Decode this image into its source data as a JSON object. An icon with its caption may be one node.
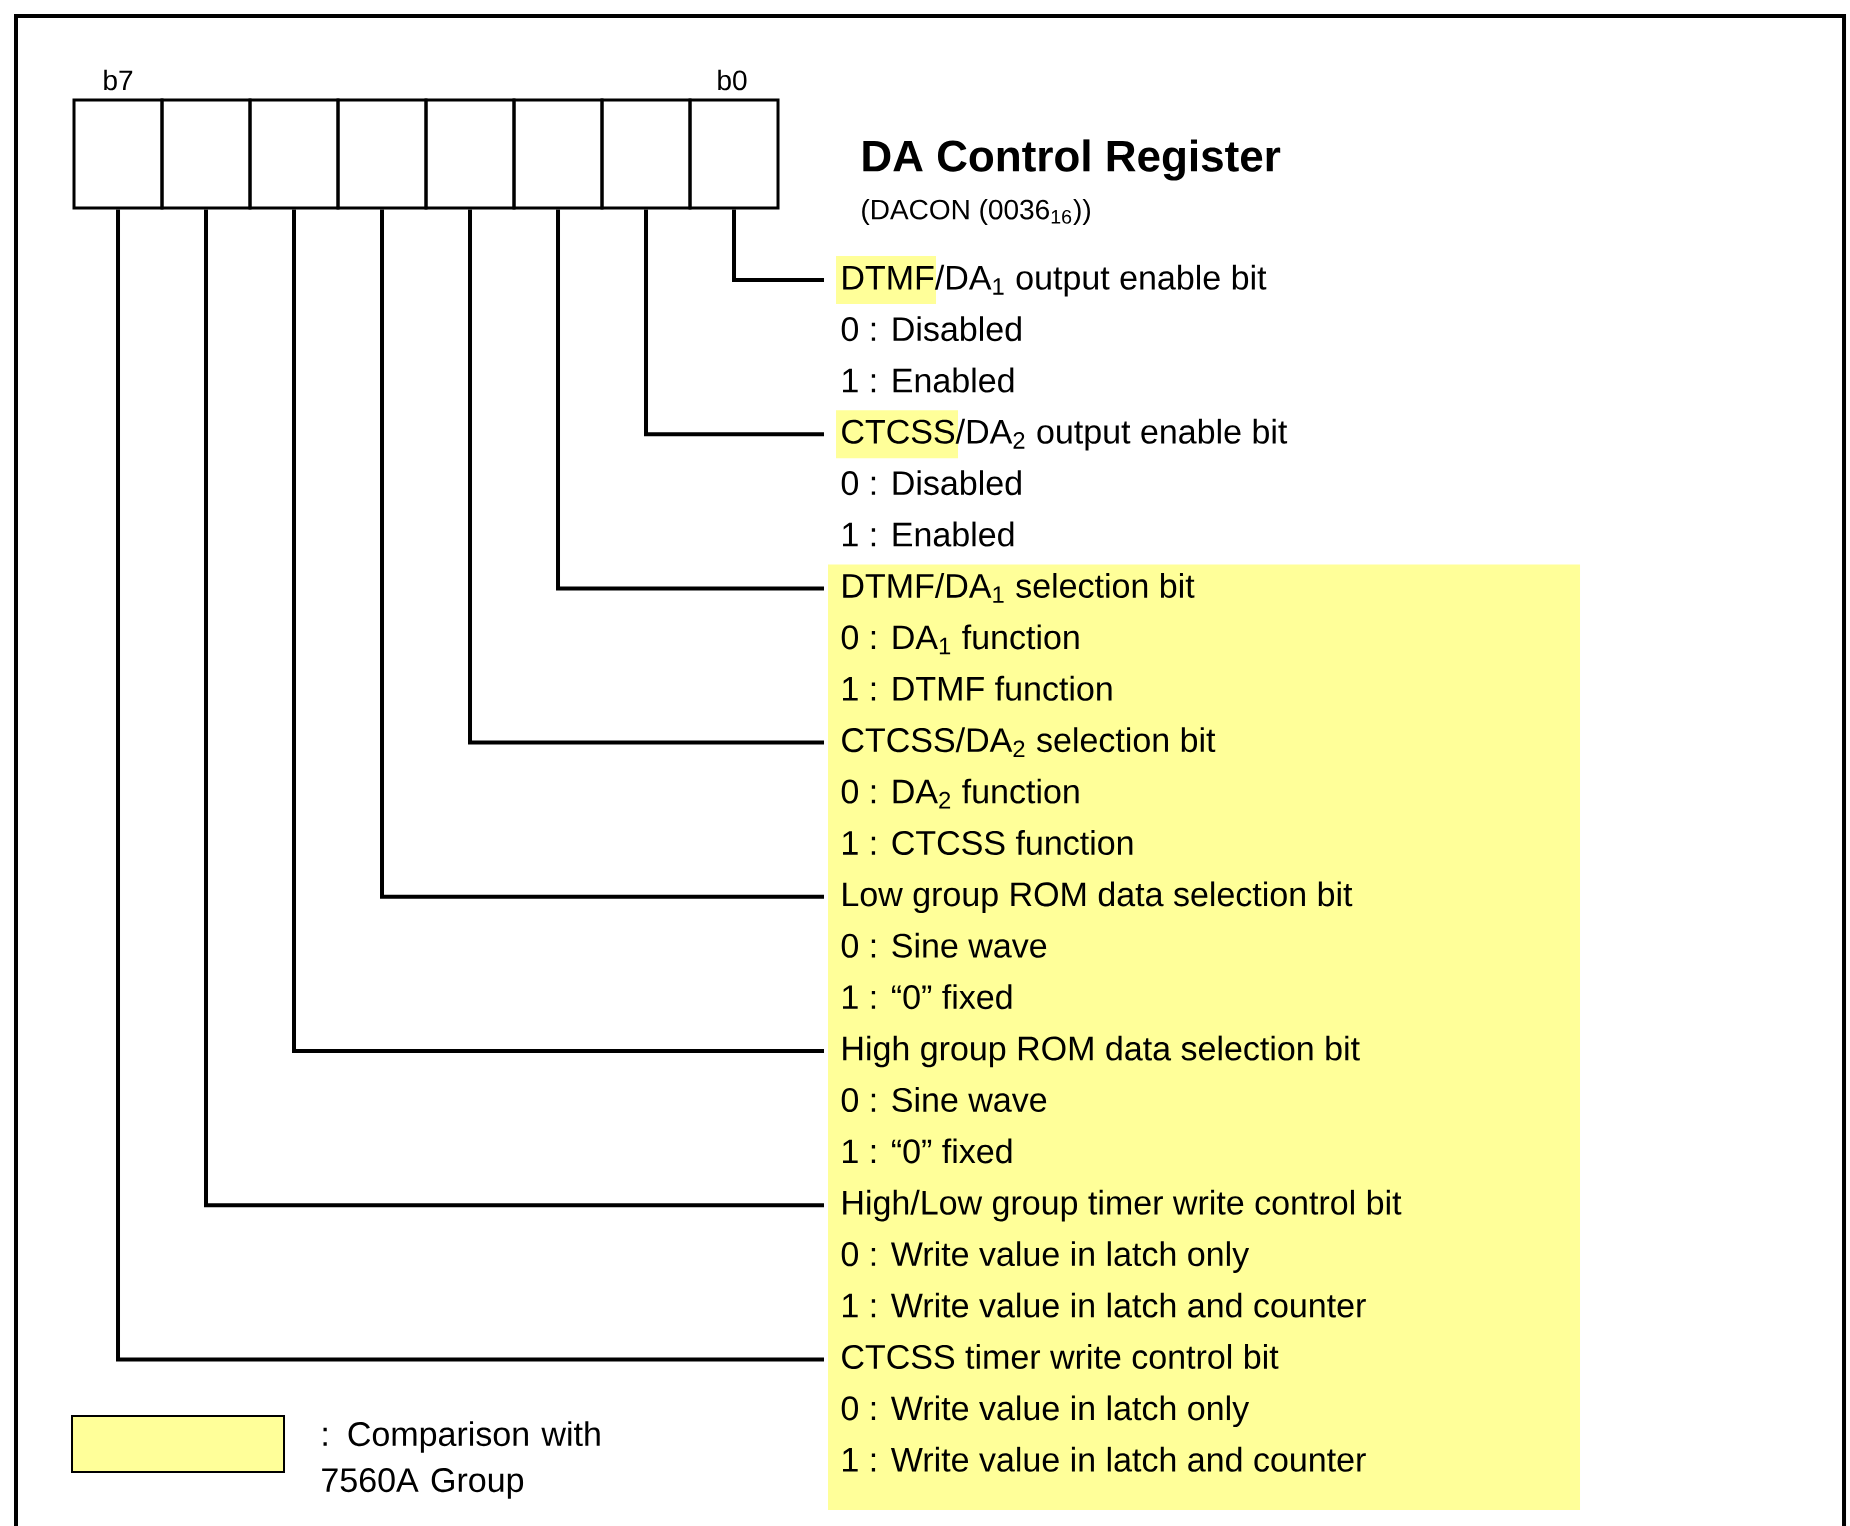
{
  "diagram": {
    "title": "DA Control Register",
    "nodes": [
      {
        "text": [],
        "shape": "box"
      },
      {
        "text": [],
        "shape": "box"
      },
      {
        "text": [],
        "shape": "box"
      },
      {
        "text": [],
        "shape": "box"
      },
      {
        "text": [],
        "shape": "box"
      },
      {
        "text": [],
        "shape": "box"
      },
      {
        "text": [],
        "shape": "box"
      },
      {
        "text": [],
        "shape": "box"
      },
      {
        "text": [
          "DTMF/DA$_{1}$ output enable bit",
          "0 : Disabled",
          "1 : Enabled"
        ]
      },
      {
        "text": [
          "CTCSS/DA$_{2}$ output enable bit",
          "0 : Disabled",
          "1 : Enabled"
        ]
      },
      {
        "text": [
          "DTMF/DA$_{1}$ selection bit",
          "0 : DA$_{1}$ function",
          "1 : DTMF function"
        ]
      },
      {
        "text": [
          "CTCSS/DA$_{2}$ selection bit",
          "0 : DA$_{2}$ function",
          "1 : CTCSS function"
        ]
      },
      {
        "text": [
          "Low group ROM data selection bit",
          "0 : Sine wave",
          "1 : “0” fixed"
        ]
      },
      {
        "text": [
          "High group ROM data selection bit",
          "0 : Sine wave",
          "1 : “0” fixed"
        ]
      },
      {
        "text": [
          "High/Low group timer write control bit",
          "0 : Write value in latch only",
          "1 : Write value in latch and counter"
        ]
      },
      {
        "text": [
          "CTCSS timer write control bit",
          "0 : Write value in latch only",
          "1 : Write value in latch and counter"
        ]
      }
    ],
    "edges": [
      {
        "from": 7,
        "to": 8,
        "arrow": "none"
      },
      {
        "from": 6,
        "to": 9,
        "arrow": "none"
      },
      {
        "from": 5,
        "to": 10,
        "arrow": "none"
      },
      {
        "from": 4,
        "to": 11,
        "arrow": "none"
      },
      {
        "from": 3,
        "to": 12,
        "arrow": "none"
      },
      {
        "from": 2,
        "to": 13,
        "arrow": "none"
      },
      {
        "from": 1,
        "to": 14,
        "arrow": "none"
      },
      {
        "from": 0,
        "to": 15,
        "arrow": "none"
      }
    ],
    "labels": [
      "b7",
      "b0",
      "(DACON (0036$_{16}$))"
    ],
    "legend": [
      {
        "text": ": Comparison with 7560A Group",
        "color": "#ffff99"
      }
    ]
  }
}
